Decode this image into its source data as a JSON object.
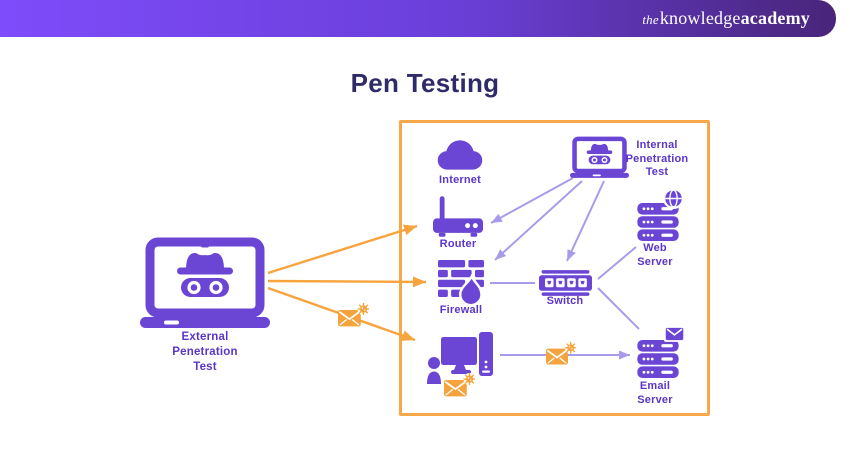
{
  "header": {
    "logo_the": "the",
    "logo_knowledge": "knowledge",
    "logo_academy": "academy"
  },
  "title": "Pen Testing",
  "colors": {
    "brand_purple": "#7E4CFA",
    "brand_purple_dark": "#482579",
    "icon_purple": "#6B45D3",
    "label_purple": "#5C35C9",
    "title_navy": "#2F2A68",
    "arrow_light_purple": "#A99AEA",
    "orange": "#F7A43E",
    "box_border_orange": "#F7A84B"
  },
  "diagram": {
    "external_test": {
      "lines": [
        "External",
        "Penetration",
        "Test"
      ]
    },
    "internal_test": {
      "lines": [
        "Internal",
        "Penetration",
        "Test"
      ]
    },
    "internet": {
      "label": "Internet"
    },
    "router": {
      "label": "Router"
    },
    "firewall": {
      "label": "Firewall"
    },
    "switch": {
      "label": "Switch"
    },
    "web_server": {
      "lines": [
        "Web",
        "Server"
      ]
    },
    "email_server": {
      "lines": [
        "Email",
        "Server"
      ]
    }
  }
}
